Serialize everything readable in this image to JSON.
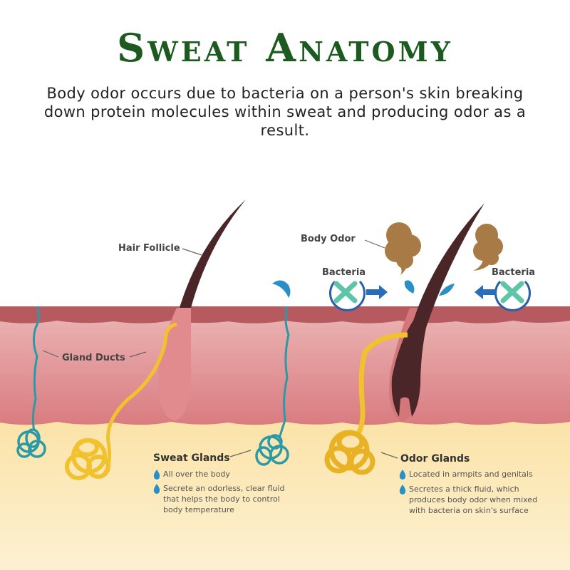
{
  "title": "Sweat Anatomy",
  "subtitle": "Body odor occurs due to bacteria on a person's skin breaking down protein molecules within sweat and producing odor as a result.",
  "labels": {
    "hair_follicle": "Hair Follicle",
    "gland_ducts": "Gland Ducts",
    "body_odor": "Body Odor",
    "bacteria_left": "Bacteria",
    "bacteria_right": "Bacteria"
  },
  "sweat_glands": {
    "heading": "Sweat Glands",
    "bullets": [
      [
        "All over the body"
      ],
      [
        "Secrete an odorless, clear fluid",
        "that helps the body to control",
        "body temperature"
      ]
    ]
  },
  "odor_glands": {
    "heading": "Odor Glands",
    "bullets": [
      [
        "Located in armpits and genitals"
      ],
      [
        "Secretes a thick fluid, which",
        "produces body odor when mixed",
        "with bacteria on skin's surface"
      ]
    ]
  },
  "colors": {
    "title": "#1d5a1f",
    "epidermis": "#b65a60",
    "dermis": "#e3999b",
    "fat": "#fbe7b5",
    "sweat_duct": "#2b9aa6",
    "odor_duct": "#f2c12e",
    "hair": "#4a2628",
    "drop": "#2a8fc7",
    "odor_cloud": "#a87a45"
  }
}
